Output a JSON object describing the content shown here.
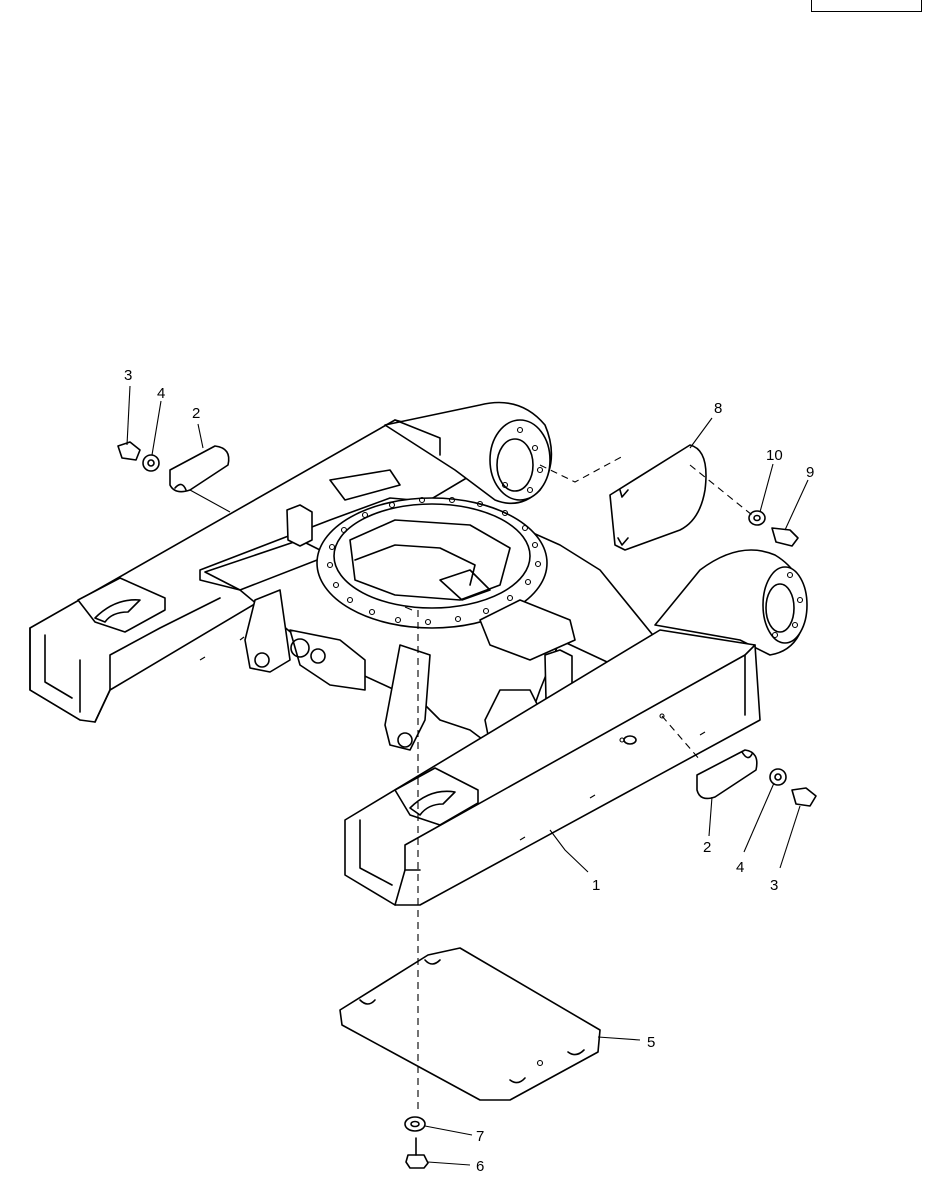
{
  "page_box": {
    "text": ""
  },
  "callouts": {
    "c1": "1",
    "c2_left": "2",
    "c2_right": "2",
    "c3_left": "3",
    "c3_right": "3",
    "c4_left": "4",
    "c4_right": "4",
    "c5": "5",
    "c6": "6",
    "c7": "7",
    "c8": "8",
    "c9": "9",
    "c10": "10"
  },
  "colors": {
    "line": "#000000",
    "background": "#ffffff"
  }
}
